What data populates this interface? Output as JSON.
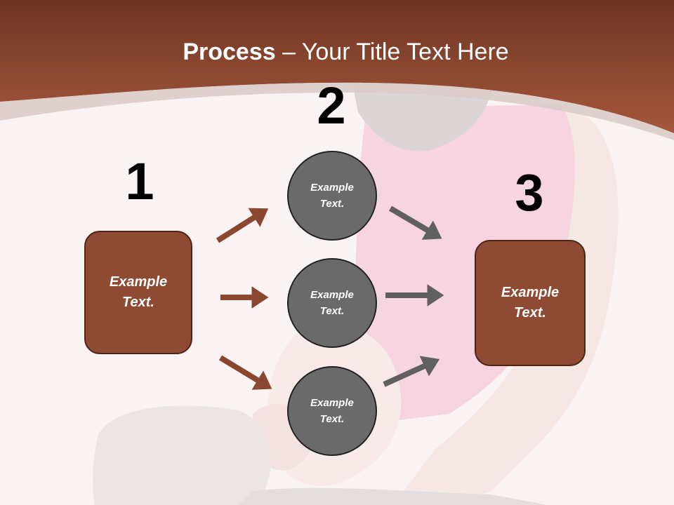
{
  "title": {
    "bold": "Process",
    "rest": " – Your Title Text Here"
  },
  "steps": {
    "one": {
      "number": "1",
      "box_text_line1": "Example",
      "box_text_line2": "Text."
    },
    "two": {
      "number": "2",
      "circles": [
        {
          "line1": "Example",
          "line2": "Text."
        },
        {
          "line1": "Example",
          "line2": "Text."
        },
        {
          "line1": "Example",
          "line2": "Text."
        }
      ]
    },
    "three": {
      "number": "3",
      "box_text_line1": "Example",
      "box_text_line2": "Text."
    }
  },
  "colors": {
    "header": "#8b4630",
    "box_fill": "#8e4a33",
    "circle_fill": "#6a6a6a",
    "left_arrows": "#8b4630",
    "right_arrows": "#606060"
  }
}
